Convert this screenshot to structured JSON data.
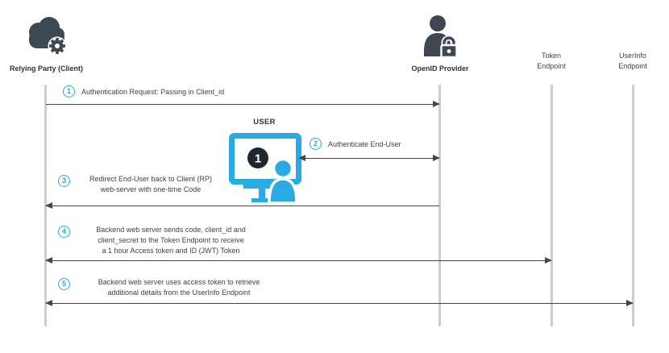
{
  "participants": {
    "relying_party": {
      "label": "Relying Party (Client)"
    },
    "openid_provider": {
      "label": "OpenID Provider"
    },
    "token_endpoint": {
      "line1": "Token",
      "line2": "Endpoint"
    },
    "userinfo_endpoint": {
      "line1": "UserInfo",
      "line2": "Endpoint"
    }
  },
  "user": {
    "label": "USER",
    "screen_badge": "1"
  },
  "messages": [
    {
      "num": "1",
      "lines": [
        "Authentication Request: Passing in Client_id"
      ]
    },
    {
      "num": "2",
      "lines": [
        "Authenticate End-User"
      ]
    },
    {
      "num": "3",
      "lines": [
        "Redirect End-User back to Client (RP)",
        "web-server with one-time Code"
      ]
    },
    {
      "num": "4",
      "lines": [
        "Backend web server sends code, client_id and",
        "client_secret to the Token Endpoint to receive",
        "a 1 hour Access token and ID (JWT) Token"
      ]
    },
    {
      "num": "5",
      "lines": [
        "Backend web server uses access token to retrieve",
        "additional details from the UserInfo Endpoint"
      ]
    }
  ],
  "colors": {
    "accent_cyan": "#29abe2",
    "icon_dark": "#3e4852",
    "arrow": "#43474b",
    "lifeline_gray": "#cbcfd2",
    "screen_badge_bg": "#1e2730"
  }
}
